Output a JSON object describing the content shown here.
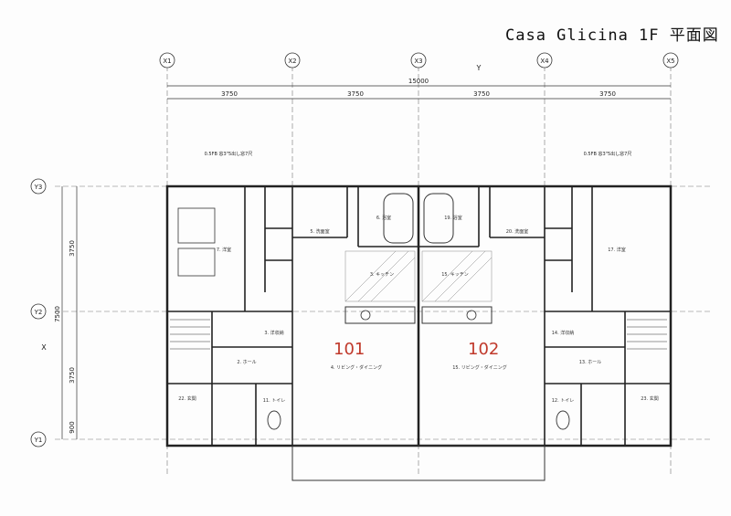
{
  "title": "Casa Glicina 1F 平面図",
  "grid": {
    "columns": [
      "X1",
      "X2",
      "X3",
      "X4",
      "X5"
    ],
    "rows": [
      "Y3",
      "Y2",
      "Y1"
    ],
    "direction_x": "X",
    "direction_y": "Y"
  },
  "dimensions": {
    "total": "15000",
    "bays": [
      "3750",
      "3750",
      "3750",
      "3750"
    ],
    "left_total": "7500",
    "left_segments": [
      "3750",
      "3750",
      "900"
    ]
  },
  "units": [
    {
      "number": "101"
    },
    {
      "number": "102"
    }
  ],
  "rooms": {
    "bedroom_left": "7. 洋室",
    "bedroom_right": "17. 洋室",
    "kitchen_left": "3. キッチン",
    "kitchen_right": "15. キッチン",
    "living_left": "4. リビング・ダイニング",
    "living_right": "15. リビング・ダイニング",
    "washroom_left": "5. 洗面室",
    "washroom_right": "20. 洗面室",
    "bath_left": "6. 浴室",
    "bath_right": "19. 浴室",
    "hall_left": "2. ホール",
    "hall_right": "13. ホール",
    "entry_left": "22. 玄関",
    "entry_right": "23. 玄関",
    "toilet_left": "11. トイレ",
    "toilet_right": "12. トイレ",
    "storage_left": "3. 洋収納",
    "storage_right": "14. 洋収納"
  },
  "notes": {
    "window_left": "0.5FB 窓3\"5出し窓7尺",
    "window_right": "0.5FB 窓3\"5出し窓7尺"
  }
}
